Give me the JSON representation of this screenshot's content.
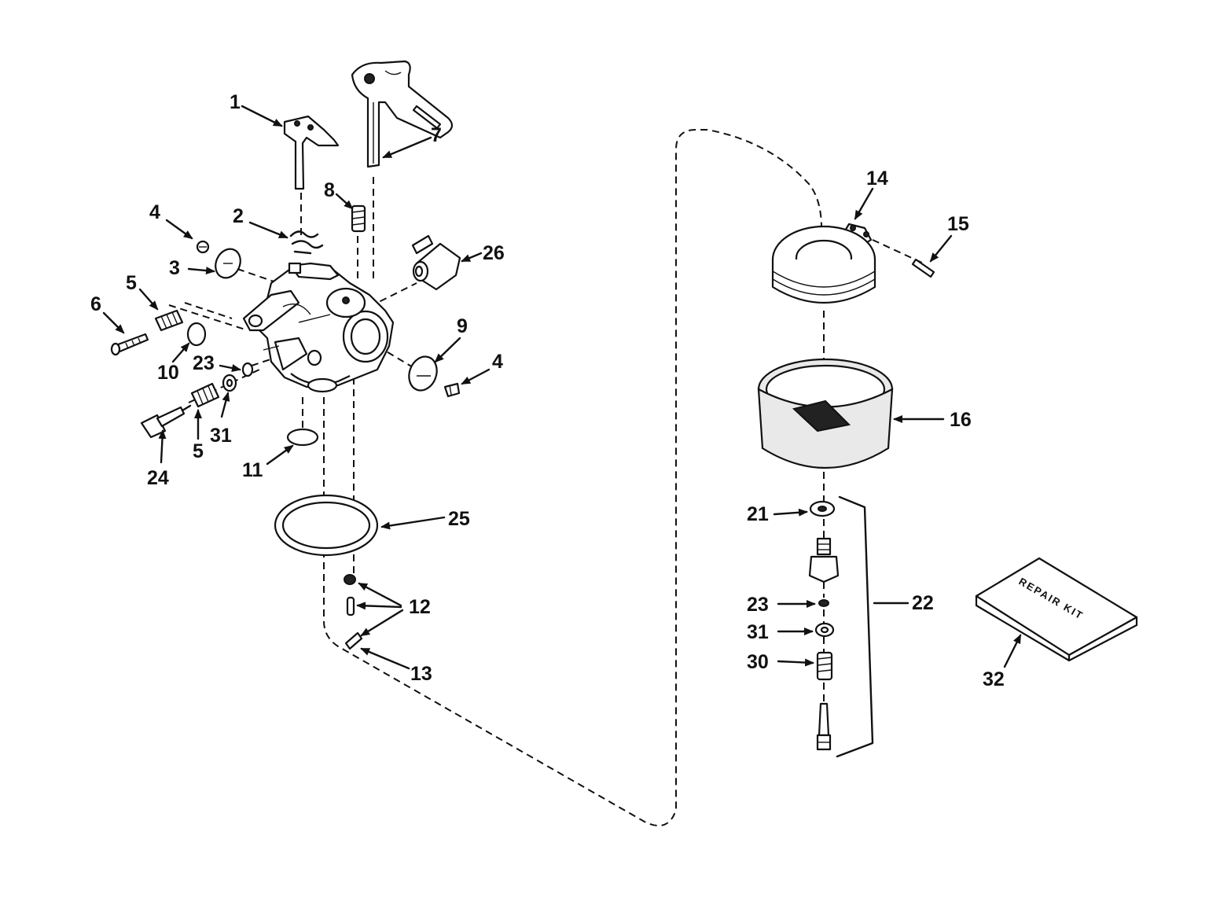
{
  "callouts": {
    "c1": "1",
    "c2": "2",
    "c3": "3",
    "c4a": "4",
    "c4b": "4",
    "c5a": "5",
    "c5b": "5",
    "c6": "6",
    "c7": "7",
    "c8": "8",
    "c9": "9",
    "c10": "10",
    "c11": "11",
    "c12": "12",
    "c13": "13",
    "c14": "14",
    "c15": "15",
    "c16": "16",
    "c21": "21",
    "c22": "22",
    "c23a": "23",
    "c23b": "23",
    "c24": "24",
    "c25": "25",
    "c26": "26",
    "c30": "30",
    "c31a": "31",
    "c31b": "31",
    "c32": "32"
  },
  "repair_kit_text": "REPAIR KIT"
}
